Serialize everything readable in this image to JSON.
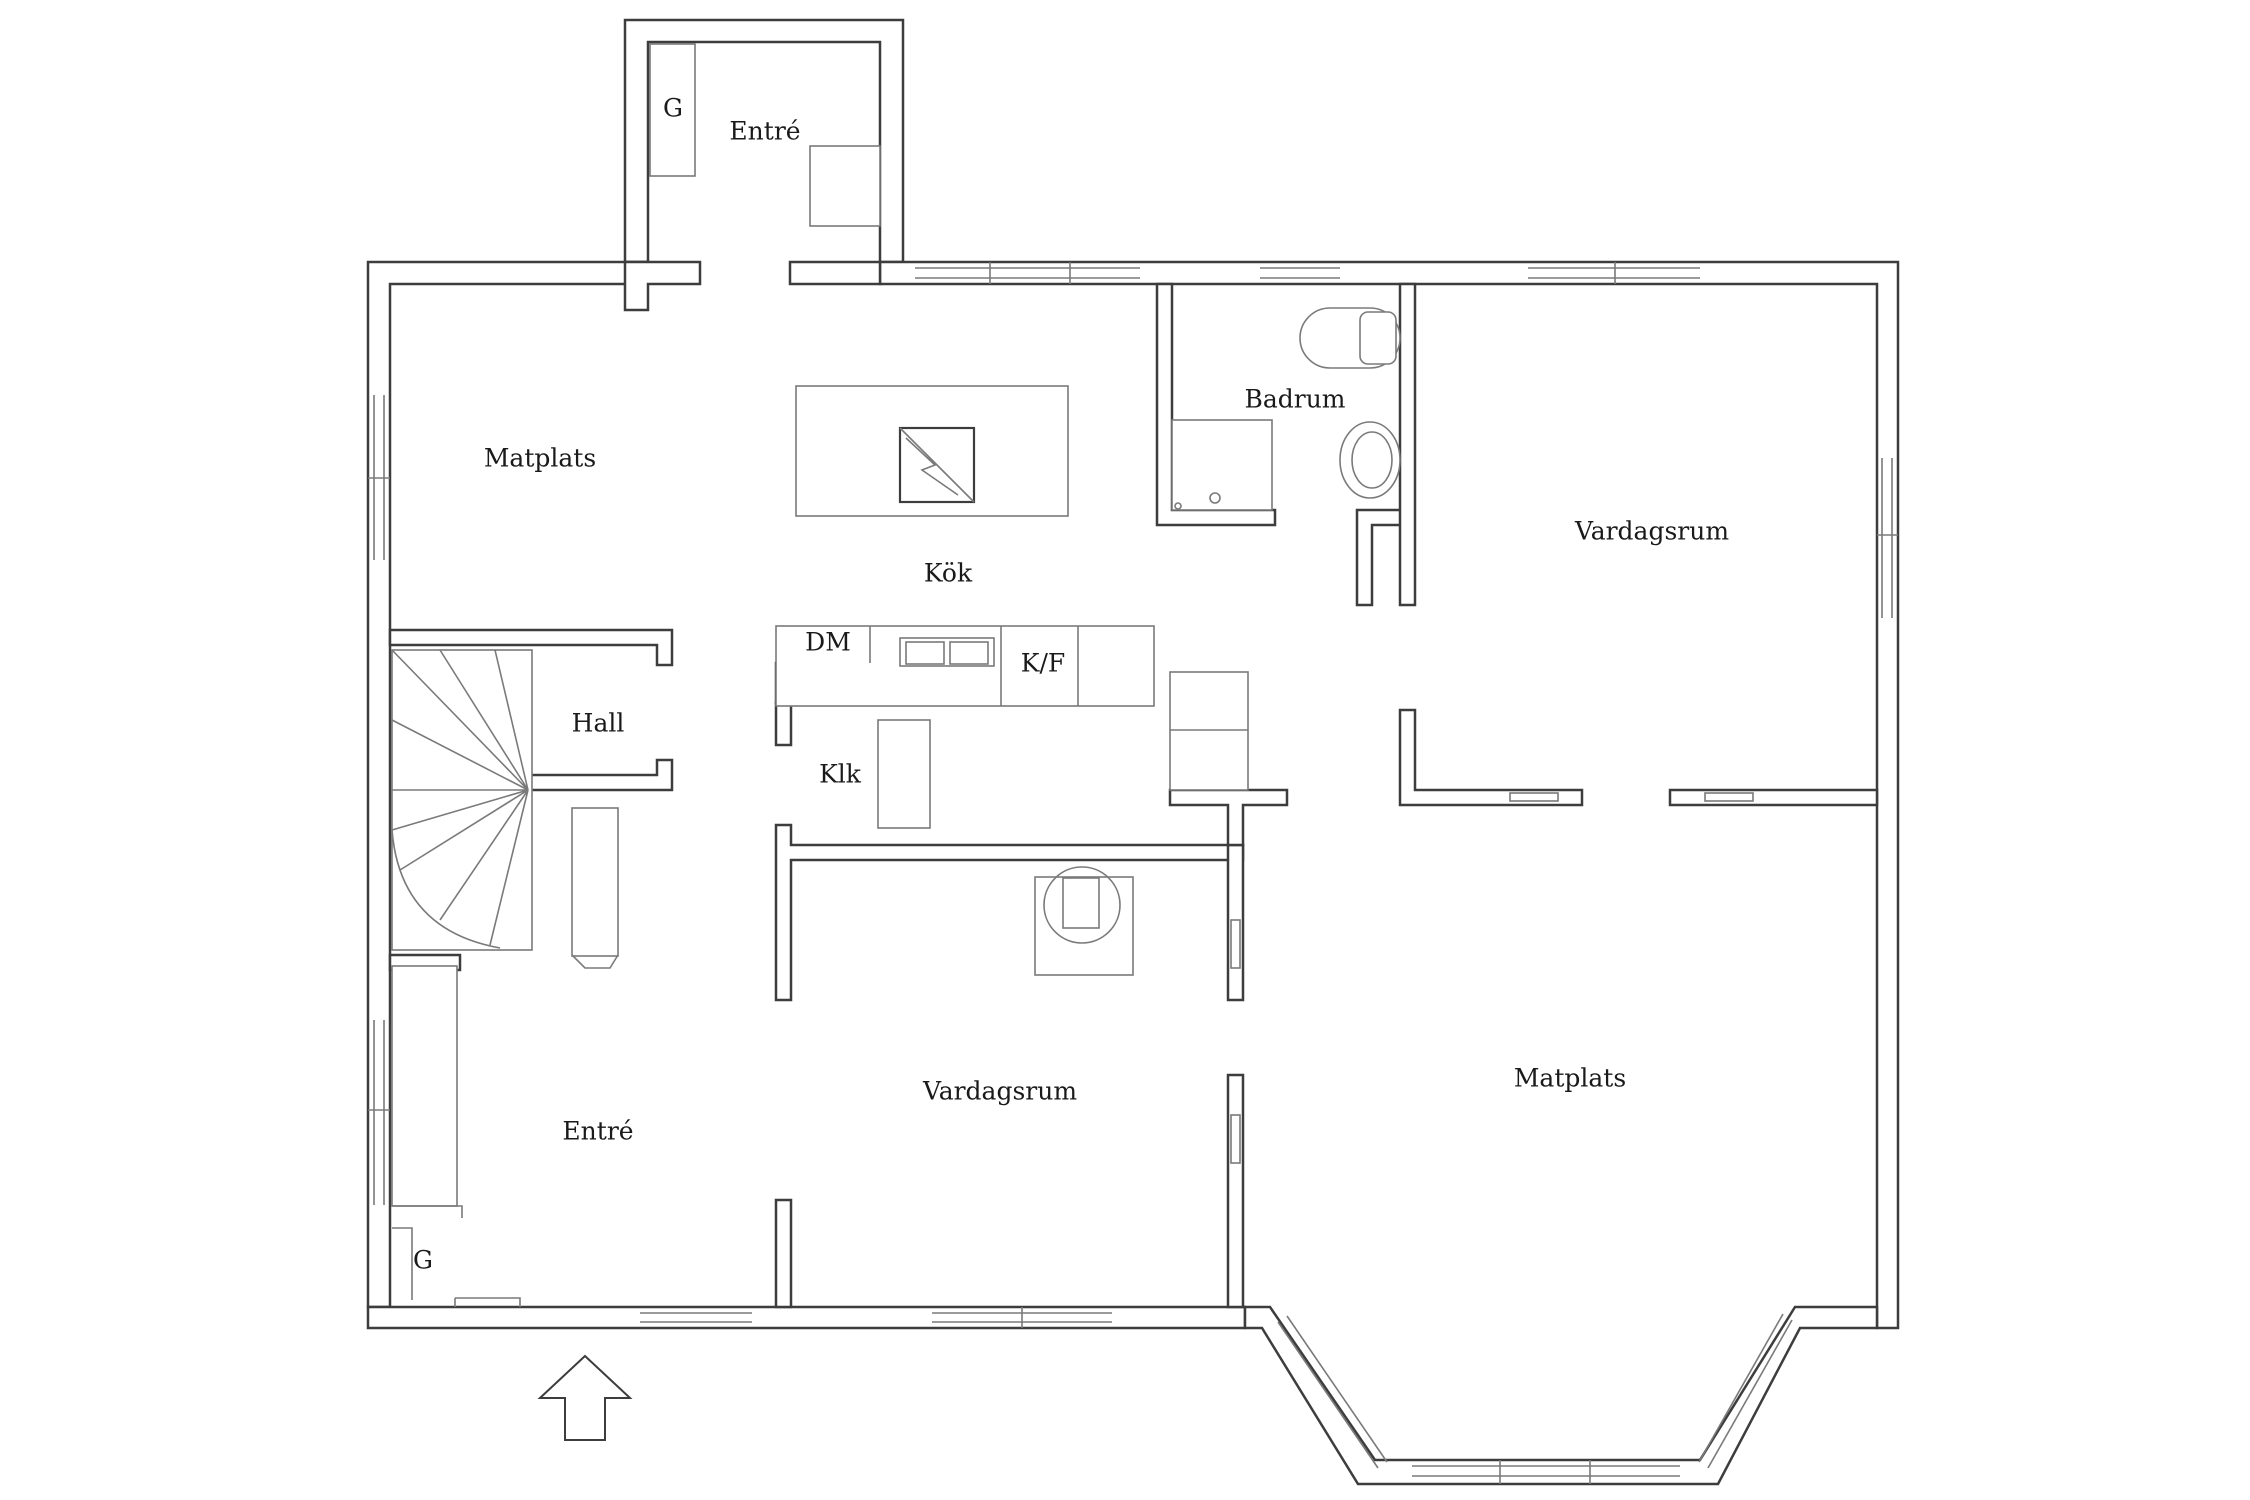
{
  "rooms": {
    "entre_top": "Entré",
    "garderob_top": "G",
    "matplats_left": "Matplats",
    "kok": "Kök",
    "badrum": "Badrum",
    "vardagsrum_right": "Vardagsrum",
    "hall": "Hall",
    "klk": "Klk",
    "vardagsrum_center": "Vardagsrum",
    "matplats_right": "Matplats",
    "entre_bottom": "Entré",
    "garderob_bottom": "G"
  },
  "fixtures": {
    "dishwasher": "DM",
    "fridge_freezer": "K/F"
  }
}
